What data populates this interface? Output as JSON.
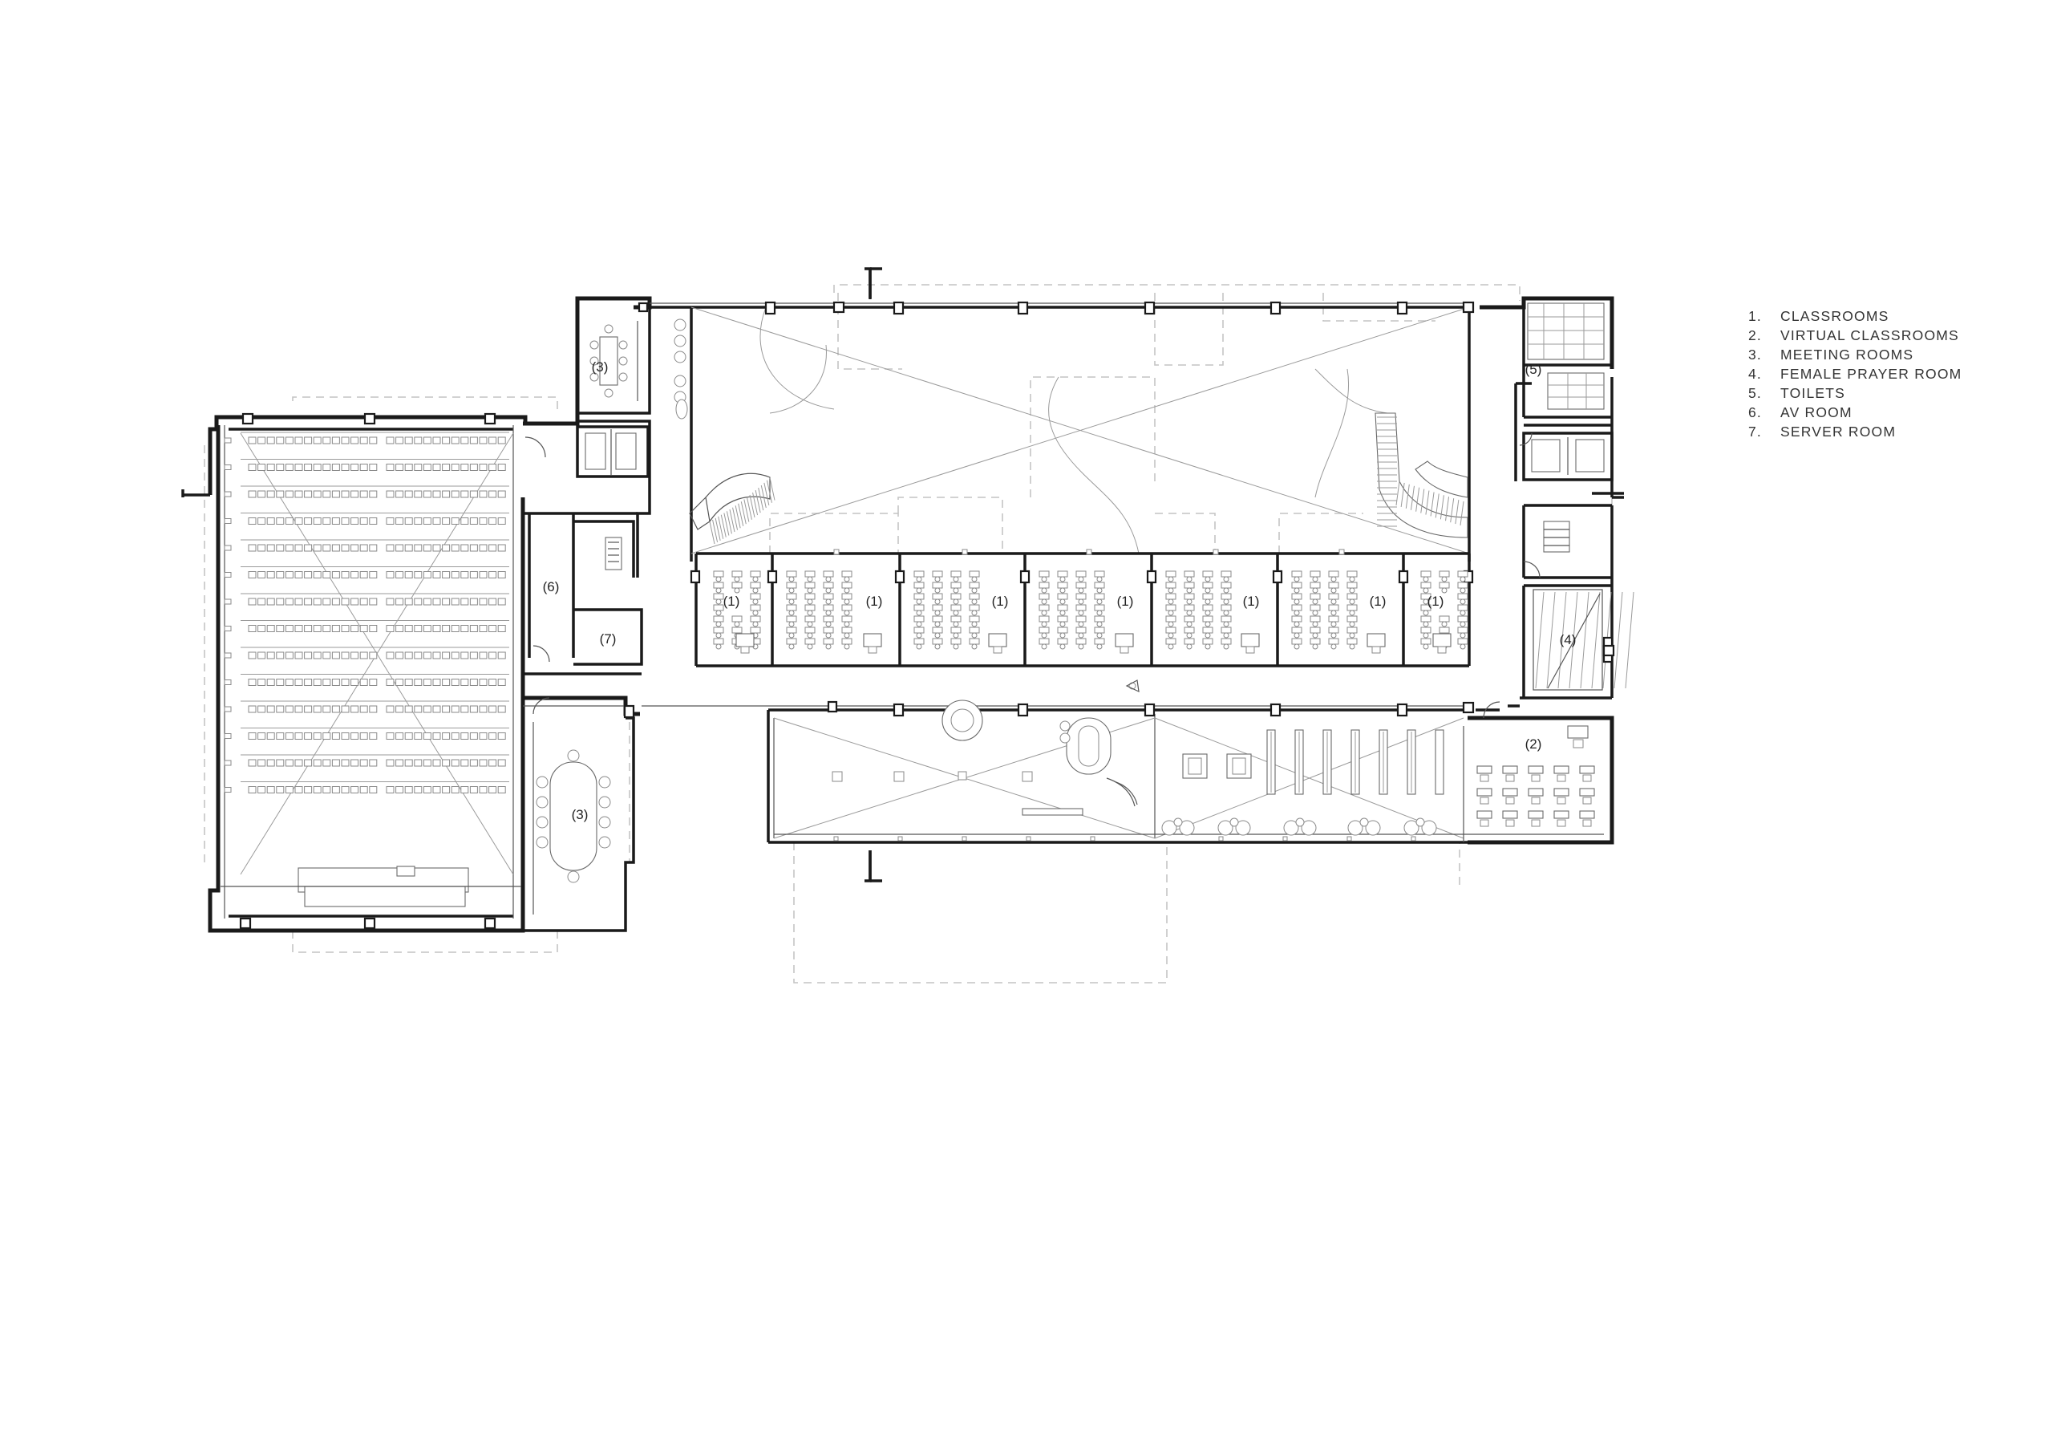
{
  "legend": {
    "items": [
      {
        "num": "1.",
        "label": "CLASSROOMS"
      },
      {
        "num": "2.",
        "label": "VIRTUAL CLASSROOMS"
      },
      {
        "num": "3.",
        "label": "MEETING ROOMS"
      },
      {
        "num": "4.",
        "label": "FEMALE PRAYER ROOM"
      },
      {
        "num": "5.",
        "label": "TOILETS"
      },
      {
        "num": "6.",
        "label": "AV ROOM"
      },
      {
        "num": "7.",
        "label": "SERVER ROOM"
      }
    ]
  },
  "room_tags": {
    "classroom": "(1)",
    "virtual_classroom": "(2)",
    "meeting_room": "(3)",
    "prayer_room": "(4)",
    "toilets": "(5)",
    "av_room": "(6)",
    "server_room": "(7)"
  },
  "colors": {
    "wall": "#1a1a1a",
    "furniture": "#6a6a6a",
    "dashed_outline": "#c4c4c4",
    "background": "#ffffff"
  }
}
